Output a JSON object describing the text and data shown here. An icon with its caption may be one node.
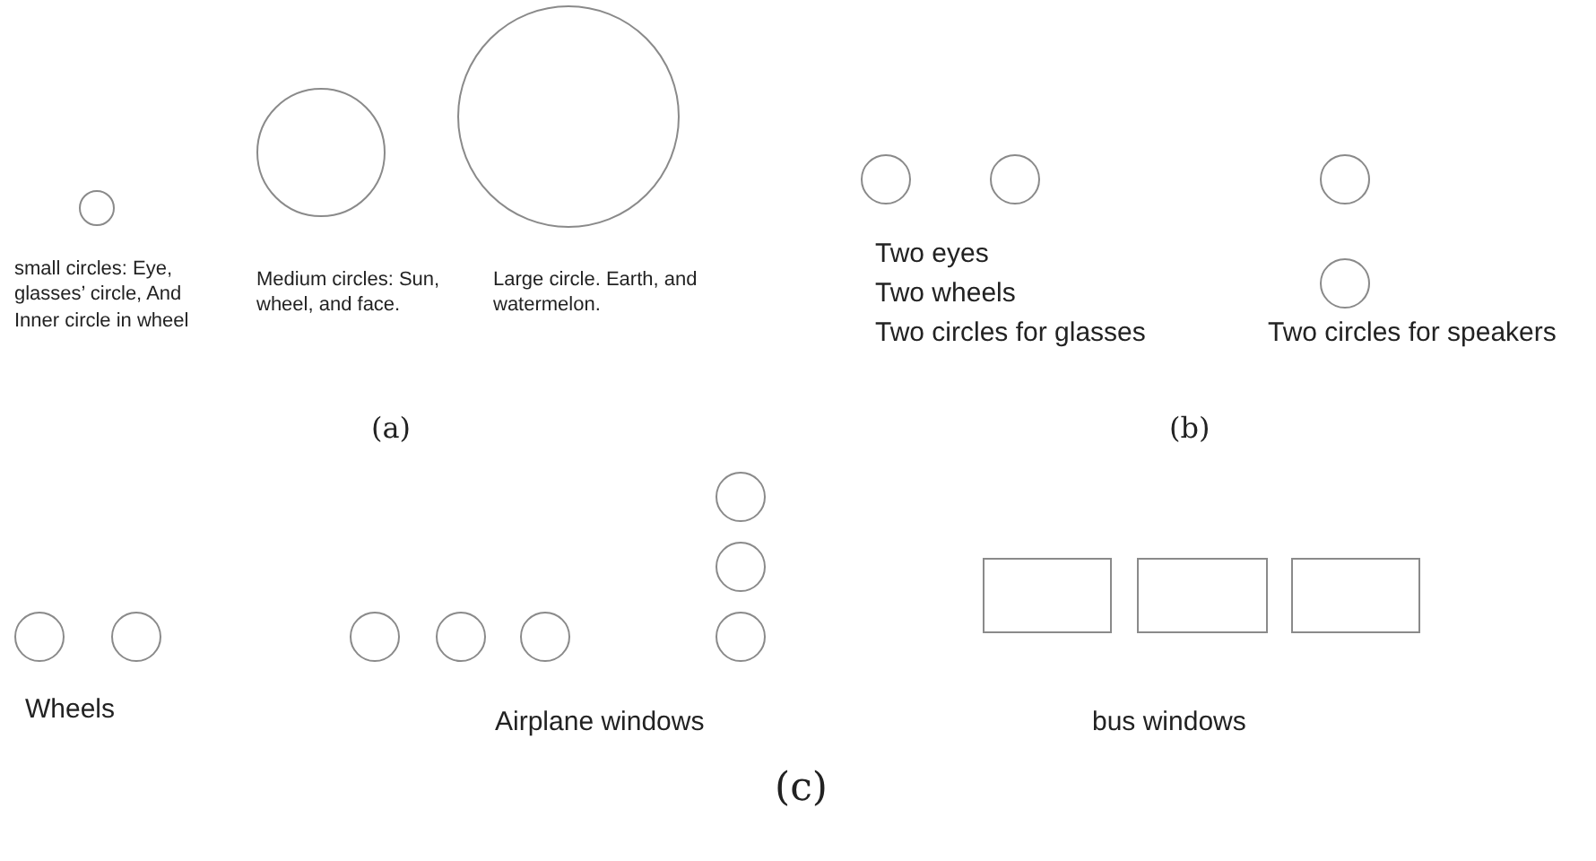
{
  "diagram": {
    "nodes": [
      {
        "text": [],
        "shape": "circle"
      },
      {
        "text": [],
        "shape": "circle"
      },
      {
        "text": [],
        "shape": "circle"
      },
      {
        "text": [],
        "shape": "circle"
      },
      {
        "text": [],
        "shape": "circle"
      },
      {
        "text": [],
        "shape": "circle"
      },
      {
        "text": [],
        "shape": "circle"
      },
      {
        "text": [],
        "shape": "circle"
      },
      {
        "text": [],
        "shape": "circle"
      },
      {
        "text": [],
        "shape": "circle"
      },
      {
        "text": [],
        "shape": "circle"
      },
      {
        "text": [],
        "shape": "circle"
      },
      {
        "text": [],
        "shape": "circle"
      },
      {
        "text": [],
        "shape": "circle"
      },
      {
        "text": [],
        "shape": "circle"
      },
      {
        "text": [],
        "shape": "box"
      },
      {
        "text": [],
        "shape": "box"
      },
      {
        "text": [],
        "shape": "box"
      }
    ],
    "edges": [],
    "labels": [
      "small circles: Eye, glasses’ circle, And Inner circle in wheel",
      "Medium circles: Sun, wheel, and face.",
      "Large circle. Earth, and watermelon.",
      "Two eyes",
      "Two wheels",
      "Two circles for glasses",
      "Two circles for speakers",
      "(a)",
      "(b)",
      "Wheels",
      "Airplane windows",
      "bus windows",
      "(c)"
    ]
  }
}
